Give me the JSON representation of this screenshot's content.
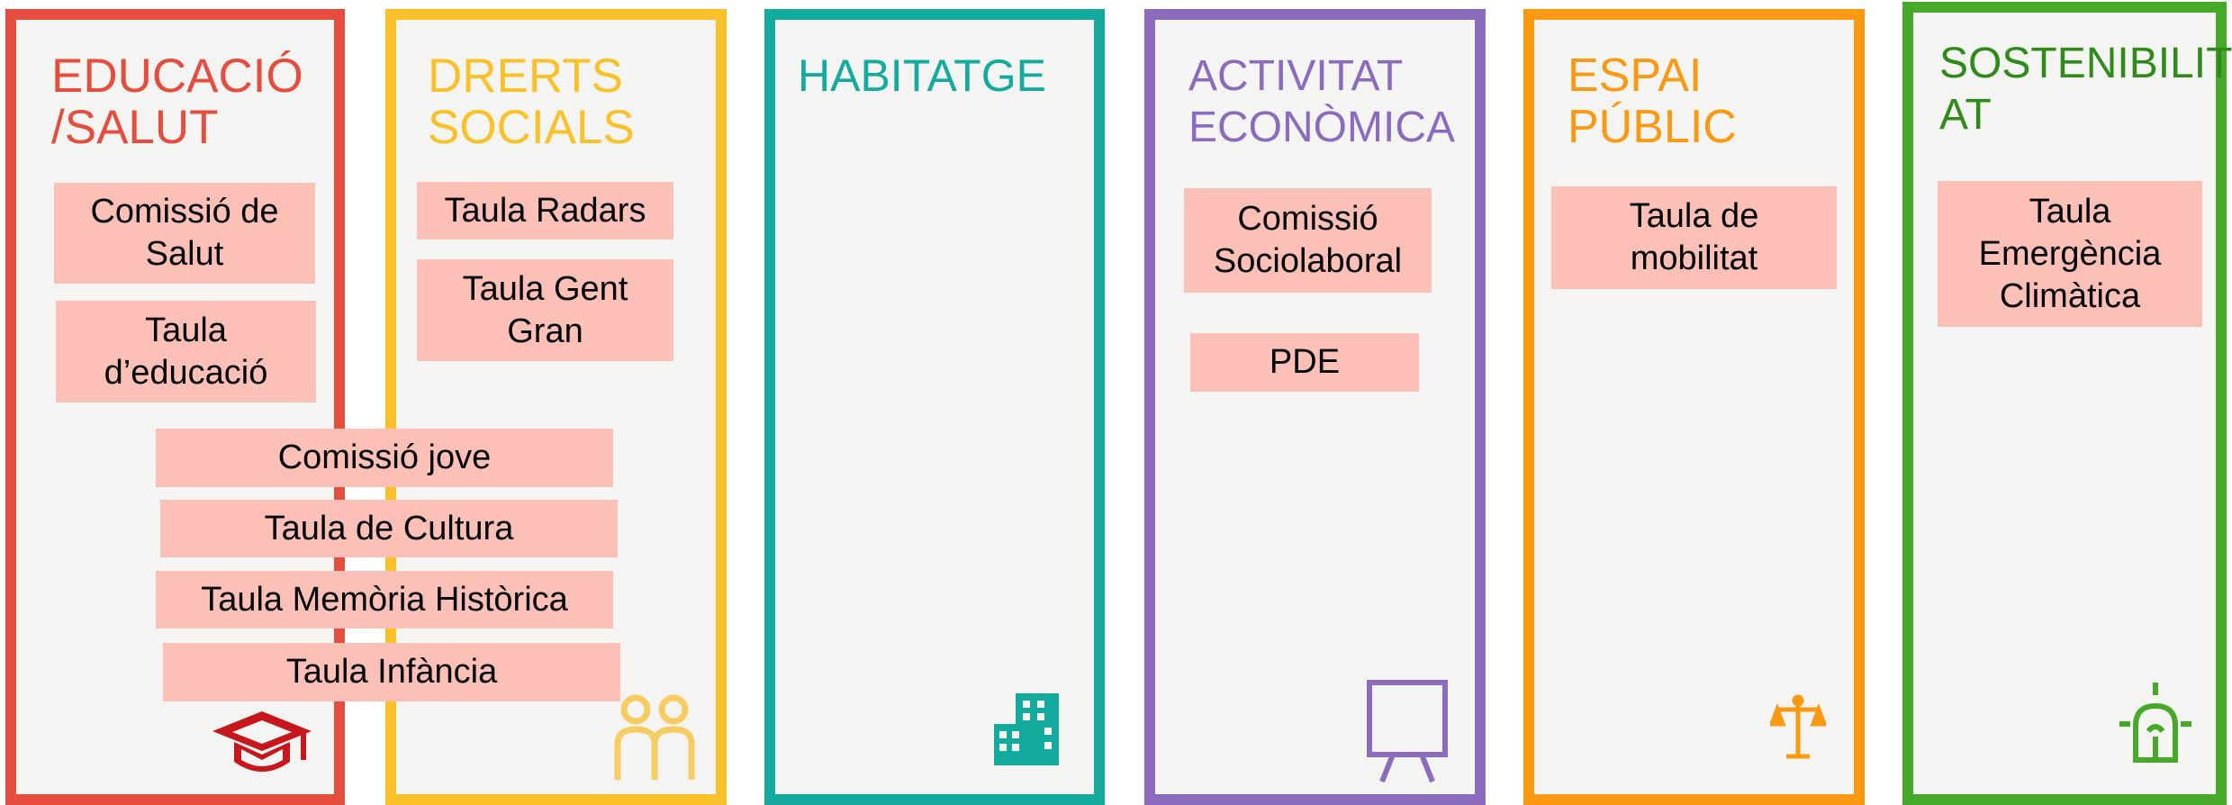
{
  "colors": {
    "educacio": "#e54d3f",
    "drets": "#fbc12a",
    "habitatge": "#14ab9e",
    "activitat": "#8a6bbd",
    "espai": "#fb9a12",
    "sostenibilitat": "#47a929",
    "box_fill": "#fcc0b7",
    "panel_bg": "#f4f4f2"
  },
  "columns": [
    {
      "key": "educacio",
      "title": "EDUCACIÓ\n/SALUT",
      "icon": "graduation-cap-icon",
      "items": [
        "Comissió de\nSalut",
        "Taula\nd’educació"
      ]
    },
    {
      "key": "drets",
      "title": "DRERTS\nSOCIALS",
      "icon": "people-icon",
      "items": [
        "Taula Radars",
        "Taula Gent\nGran"
      ]
    },
    {
      "key": "habitatge",
      "title": "HABITATGE",
      "icon": "buildings-icon",
      "items": []
    },
    {
      "key": "activitat",
      "title": "ACTIVITAT\nECONÒMICA",
      "icon": "presentation-board-icon",
      "items": [
        "Comissió\nSociolaboral",
        "PDE"
      ]
    },
    {
      "key": "espai",
      "title": "ESPAI\nPÚBLIC",
      "icon": "scales-icon",
      "items": [
        "Taula de\nmobilitat"
      ]
    },
    {
      "key": "sostenibilitat",
      "title": "SOSTENIBILIT\nAT",
      "icon": "eco-bulb-icon",
      "items": [
        "Taula\nEmergència\nClimàtica"
      ]
    }
  ],
  "shared_items": [
    "Comissió jove",
    "Taula de Cultura",
    "Taula Memòria Històrica",
    "Taula Infància"
  ]
}
